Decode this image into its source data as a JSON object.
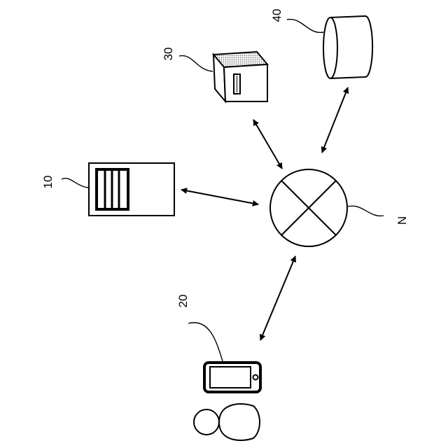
{
  "colors": {
    "line": "#000000",
    "background": "#ffffff",
    "hatch": "#777777"
  },
  "labels": {
    "server": "10",
    "user_terminal": "20",
    "device": "30",
    "database": "40",
    "network": "N"
  },
  "icons": {
    "server": "server-rack-icon",
    "user_terminal": "smartphone-icon",
    "user": "person-icon",
    "device": "box-device-icon",
    "database": "database-cylinder-icon",
    "network": "network-circle-icon"
  }
}
